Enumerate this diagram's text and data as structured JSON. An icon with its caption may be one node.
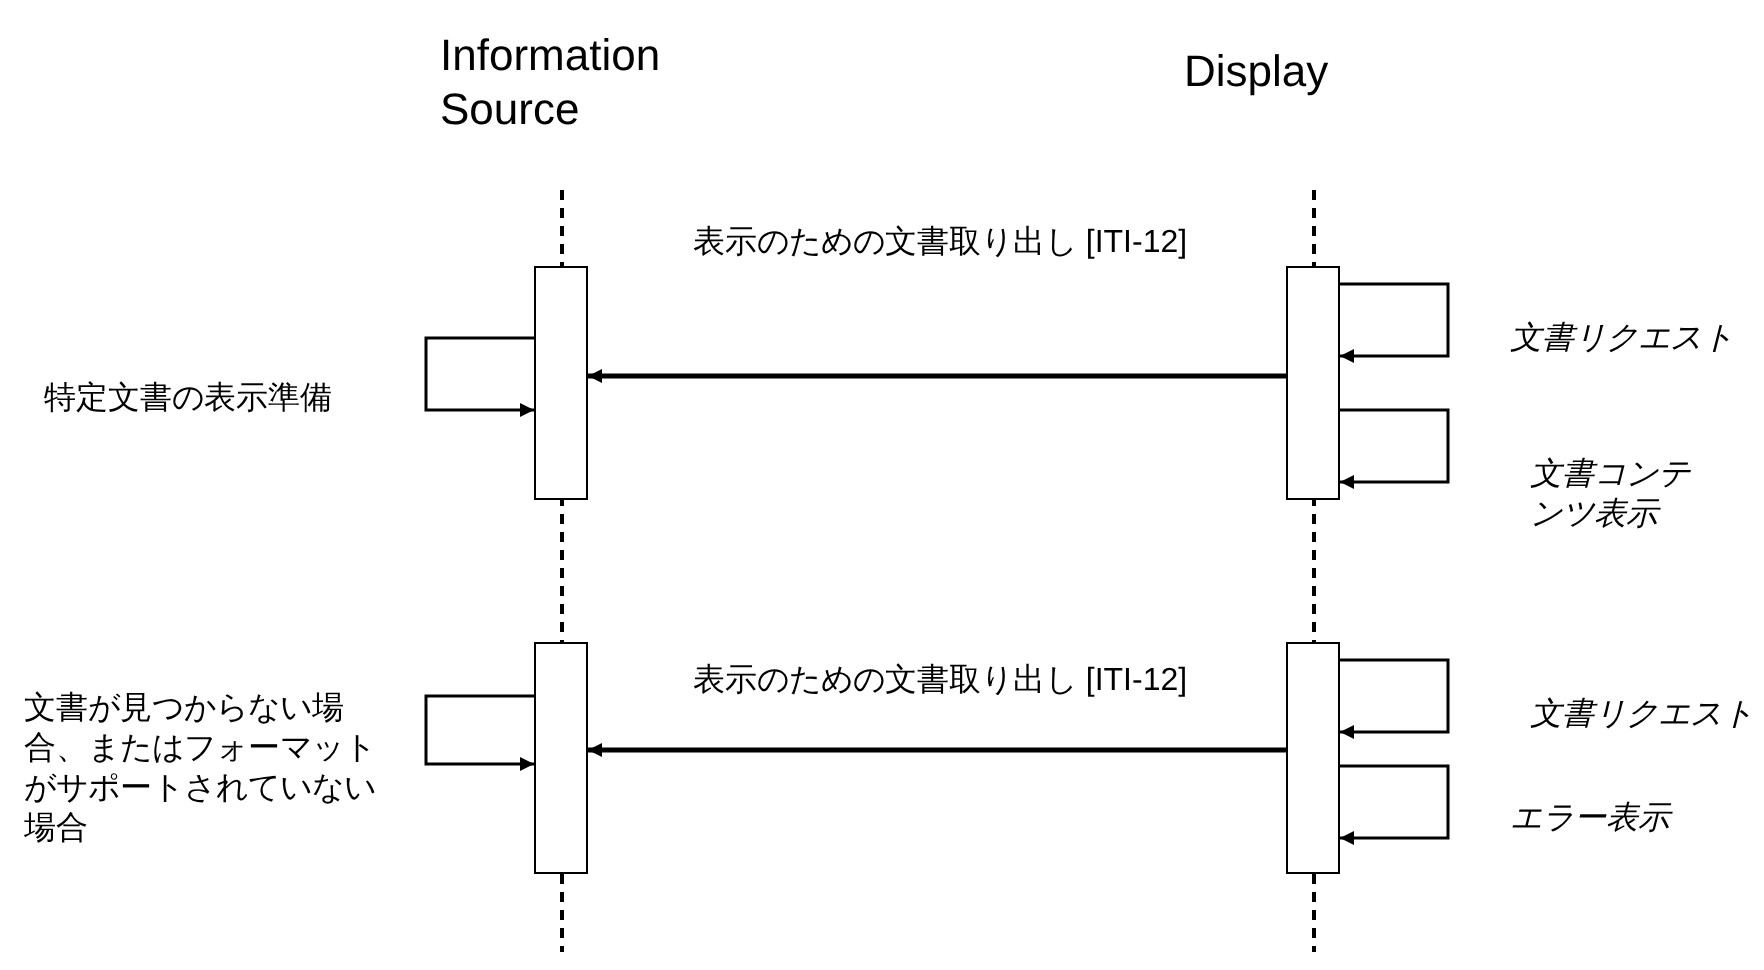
{
  "diagram": {
    "nodes": [
      {
        "text": [],
        "shape": "box"
      },
      {
        "text": [],
        "shape": "box"
      },
      {
        "text": [],
        "shape": "box"
      },
      {
        "text": [],
        "shape": "box"
      }
    ],
    "edges": [
      {
        "from": 1,
        "to": 0,
        "arrow": "to",
        "label": "表示のための文書取り出し [ITI-12]"
      },
      {
        "from": 0,
        "to": 0,
        "arrow": "to",
        "label": "特定文書の表示準備"
      },
      {
        "from": 1,
        "to": 1,
        "arrow": "to",
        "label": "文書リクエスト"
      },
      {
        "from": 1,
        "to": 1,
        "arrow": "to",
        "label": "文書コンテンツ表示"
      },
      {
        "from": 3,
        "to": 2,
        "arrow": "to",
        "label": "表示のための文書取り出し [ITI-12]"
      },
      {
        "from": 2,
        "to": 2,
        "arrow": "to",
        "label": "文書が見つからない場合、またはフォーマットがサポートされていない場合"
      },
      {
        "from": 3,
        "to": 3,
        "arrow": "to",
        "label": "文書リクエスト"
      },
      {
        "from": 3,
        "to": 3,
        "arrow": "to",
        "label": "エラー表示"
      }
    ],
    "labels": [
      "Information Source",
      "Display"
    ]
  }
}
